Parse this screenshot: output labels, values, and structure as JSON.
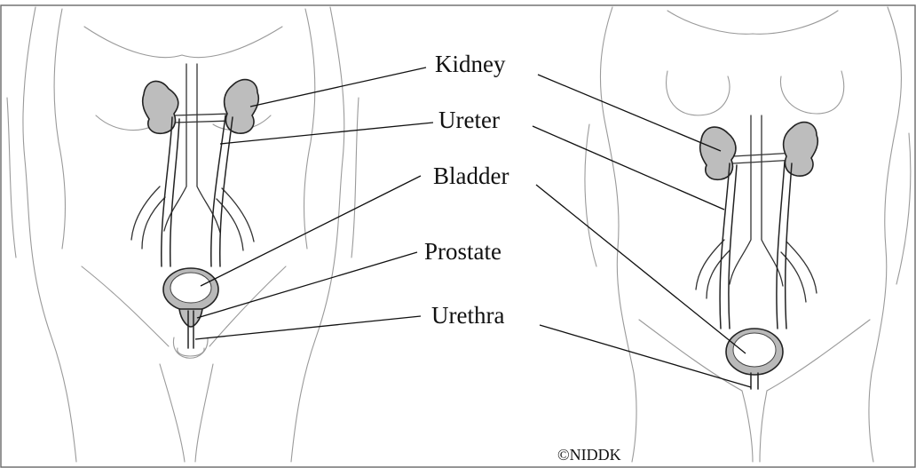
{
  "labels": {
    "kidney": "Kidney",
    "ureter": "Ureter",
    "bladder": "Bladder",
    "prostate": "Prostate",
    "urethra": "Urethra"
  },
  "credit": "©NIDDK",
  "colors": {
    "organ_fill": "#bdbdbd",
    "outline": "#222222",
    "skin_line": "#9a9a9a"
  }
}
